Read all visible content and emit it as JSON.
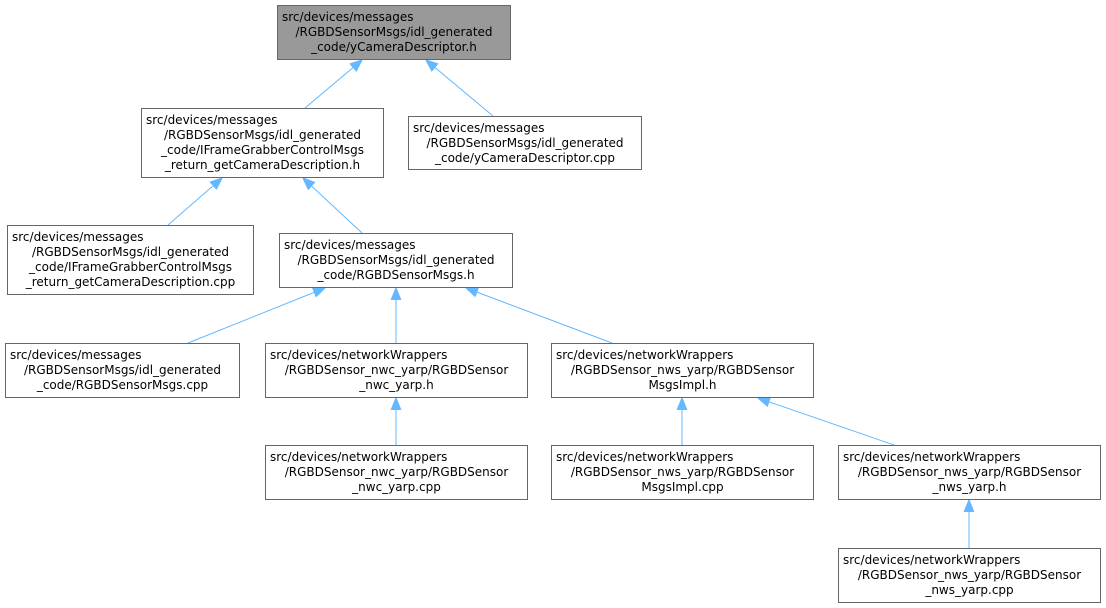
{
  "diagram": {
    "nodes": [
      {
        "id": "n0",
        "root": true,
        "lines": [
          "src/devices/messages",
          "/RGBDSensorMsgs/idl_generated",
          "_code/yCameraDescriptor.h"
        ]
      },
      {
        "id": "n1",
        "lines": [
          "src/devices/messages",
          "/RGBDSensorMsgs/idl_generated",
          "_code/IFrameGrabberControlMsgs",
          "_return_getCameraDescription.h"
        ]
      },
      {
        "id": "n2",
        "lines": [
          "src/devices/messages",
          "/RGBDSensorMsgs/idl_generated",
          "_code/yCameraDescriptor.cpp"
        ]
      },
      {
        "id": "n3",
        "lines": [
          "src/devices/messages",
          "/RGBDSensorMsgs/idl_generated",
          "_code/IFrameGrabberControlMsgs",
          "_return_getCameraDescription.cpp"
        ]
      },
      {
        "id": "n4",
        "lines": [
          "src/devices/messages",
          "/RGBDSensorMsgs/idl_generated",
          "_code/RGBDSensorMsgs.h"
        ]
      },
      {
        "id": "n5",
        "lines": [
          "src/devices/messages",
          "/RGBDSensorMsgs/idl_generated",
          "_code/RGBDSensorMsgs.cpp"
        ]
      },
      {
        "id": "n6",
        "lines": [
          "src/devices/networkWrappers",
          "/RGBDSensor_nwc_yarp/RGBDSensor",
          "_nwc_yarp.h"
        ]
      },
      {
        "id": "n7",
        "lines": [
          "src/devices/networkWrappers",
          "/RGBDSensor_nws_yarp/RGBDSensor",
          "MsgsImpl.h"
        ]
      },
      {
        "id": "n8",
        "lines": [
          "src/devices/networkWrappers",
          "/RGBDSensor_nwc_yarp/RGBDSensor",
          "_nwc_yarp.cpp"
        ]
      },
      {
        "id": "n9",
        "lines": [
          "src/devices/networkWrappers",
          "/RGBDSensor_nws_yarp/RGBDSensor",
          "MsgsImpl.cpp"
        ]
      },
      {
        "id": "n10",
        "lines": [
          "src/devices/networkWrappers",
          "/RGBDSensor_nws_yarp/RGBDSensor",
          "_nws_yarp.h"
        ]
      },
      {
        "id": "n11",
        "lines": [
          "src/devices/networkWrappers",
          "/RGBDSensor_nws_yarp/RGBDSensor",
          "_nws_yarp.cpp"
        ]
      }
    ],
    "edges": [
      {
        "from": "n1",
        "to": "n0"
      },
      {
        "from": "n2",
        "to": "n0"
      },
      {
        "from": "n3",
        "to": "n1"
      },
      {
        "from": "n4",
        "to": "n1"
      },
      {
        "from": "n5",
        "to": "n4"
      },
      {
        "from": "n6",
        "to": "n4"
      },
      {
        "from": "n7",
        "to": "n4"
      },
      {
        "from": "n8",
        "to": "n6"
      },
      {
        "from": "n9",
        "to": "n7"
      },
      {
        "from": "n10",
        "to": "n7"
      },
      {
        "from": "n11",
        "to": "n10"
      }
    ],
    "colors": {
      "root_fill": "#999999",
      "node_border": "#666666",
      "edge": "#63b8ff"
    }
  }
}
